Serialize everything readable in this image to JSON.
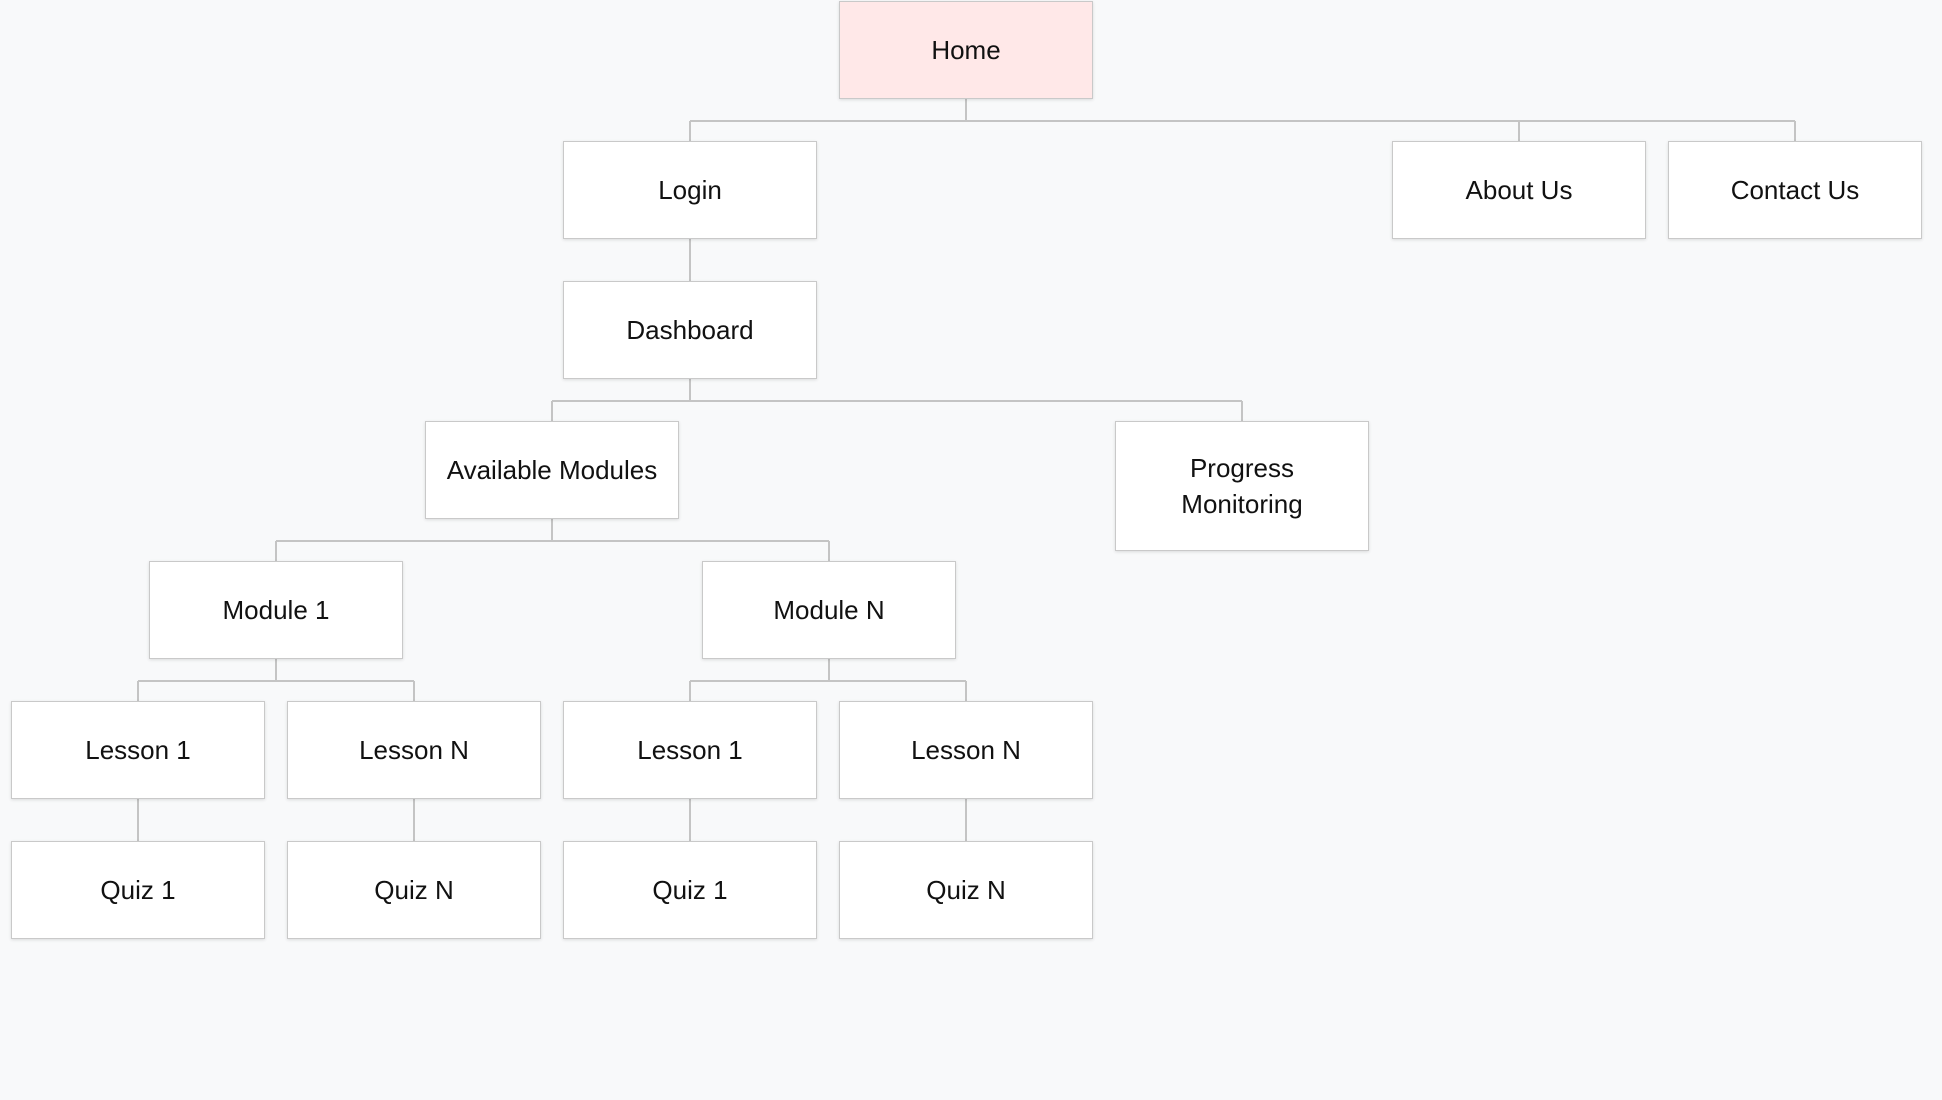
{
  "sitemap": {
    "home": "Home",
    "login": "Login",
    "about_us": "About Us",
    "contact_us": "Contact Us",
    "dashboard": "Dashboard",
    "available_modules": "Available Modules",
    "progress_monitoring": "Progress Monitoring",
    "module_1": {
      "title": "Module 1",
      "lesson_1": "Lesson 1",
      "lesson_n": "Lesson N",
      "quiz_1": "Quiz 1",
      "quiz_n": "Quiz N"
    },
    "module_n": {
      "title": "Module N",
      "lesson_1": "Lesson 1",
      "lesson_n": "Lesson N",
      "quiz_1": "Quiz 1",
      "quiz_n": "Quiz N"
    }
  },
  "colors": {
    "root_fill": "#ffe8e8",
    "node_fill": "#ffffff",
    "connector": "#c4c4c4",
    "background": "#f8f9fa"
  }
}
